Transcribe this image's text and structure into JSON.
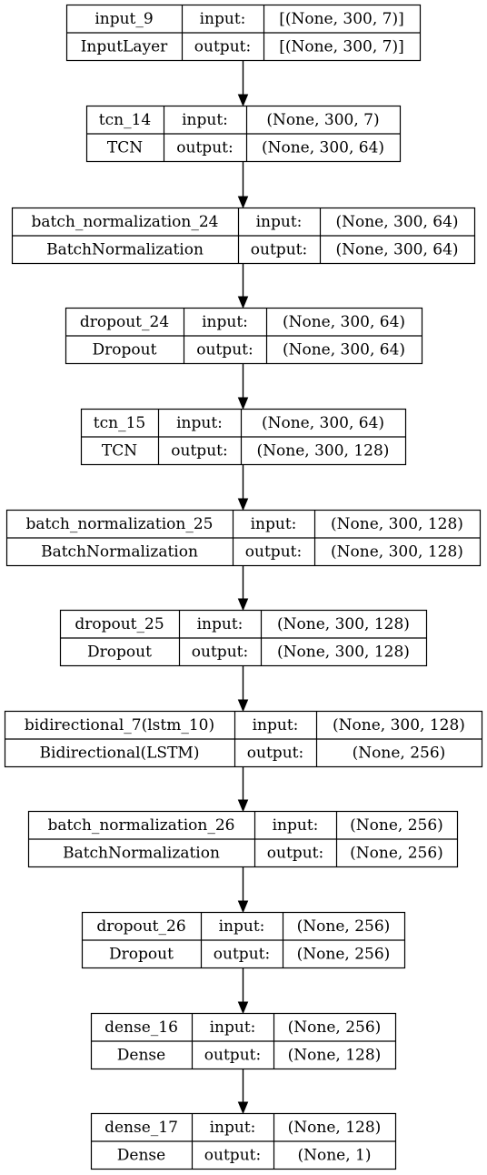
{
  "model_plot": {
    "port_labels": {
      "in": "input:",
      "out": "output:"
    },
    "layers": [
      {
        "name": "input_9",
        "type": "InputLayer",
        "input_shape": "[(None, 300, 7)]",
        "output_shape": "[(None, 300, 7)]"
      },
      {
        "name": "tcn_14",
        "type": "TCN",
        "input_shape": "(None, 300, 7)",
        "output_shape": "(None, 300, 64)"
      },
      {
        "name": "batch_normalization_24",
        "type": "BatchNormalization",
        "input_shape": "(None, 300, 64)",
        "output_shape": "(None, 300, 64)"
      },
      {
        "name": "dropout_24",
        "type": "Dropout",
        "input_shape": "(None, 300, 64)",
        "output_shape": "(None, 300, 64)"
      },
      {
        "name": "tcn_15",
        "type": "TCN",
        "input_shape": "(None, 300, 64)",
        "output_shape": "(None, 300, 128)"
      },
      {
        "name": "batch_normalization_25",
        "type": "BatchNormalization",
        "input_shape": "(None, 300, 128)",
        "output_shape": "(None, 300, 128)"
      },
      {
        "name": "dropout_25",
        "type": "Dropout",
        "input_shape": "(None, 300, 128)",
        "output_shape": "(None, 300, 128)"
      },
      {
        "name": "bidirectional_7(lstm_10)",
        "type": "Bidirectional(LSTM)",
        "input_shape": "(None, 300, 128)",
        "output_shape": "(None, 256)"
      },
      {
        "name": "batch_normalization_26",
        "type": "BatchNormalization",
        "input_shape": "(None, 256)",
        "output_shape": "(None, 256)"
      },
      {
        "name": "dropout_26",
        "type": "Dropout",
        "input_shape": "(None, 256)",
        "output_shape": "(None, 256)"
      },
      {
        "name": "dense_16",
        "type": "Dense",
        "input_shape": "(None, 256)",
        "output_shape": "(None, 128)"
      },
      {
        "name": "dense_17",
        "type": "Dense",
        "input_shape": "(None, 128)",
        "output_shape": "(None, 1)"
      }
    ]
  }
}
